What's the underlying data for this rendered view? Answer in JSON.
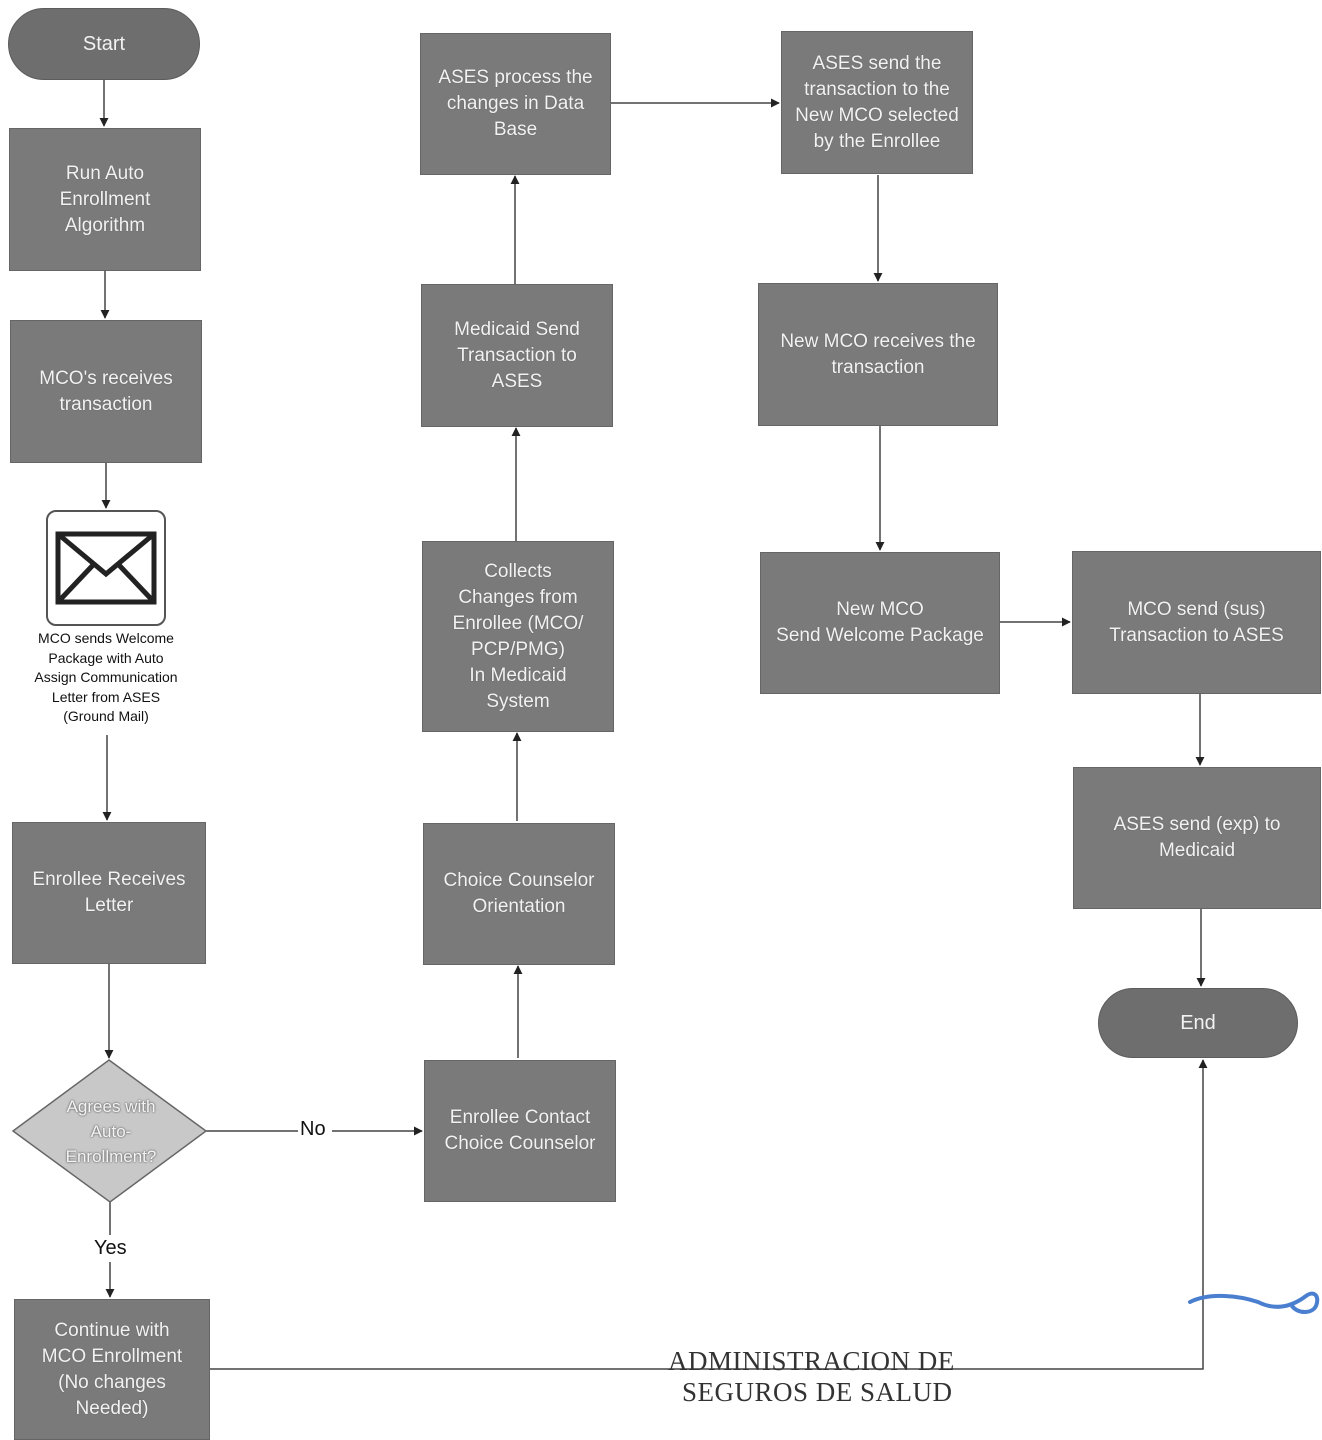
{
  "nodes": {
    "start": "Start",
    "run_auto": "Run Auto\nEnrollment\nAlgorithm",
    "mco_receives": "MCO's receives\ntransaction",
    "mail_caption": "MCO sends Welcome\nPackage with Auto\nAssign Communication\nLetter from ASES\n(Ground Mail)",
    "enrollee_receives": "Enrollee Receives\nLetter",
    "decision": "Agrees with\nAuto-\nEnrollment?",
    "continue_mco": "Continue with\nMCO Enrollment\n(No changes\nNeeded)",
    "enrollee_contact": "Enrollee Contact\nChoice Counselor",
    "choice_orientation": "Choice Counselor\nOrientation",
    "collects_changes": "Collects\nChanges from\nEnrollee (MCO/\nPCP/PMG)\nIn Medicaid\nSystem",
    "medicaid_send": "Medicaid Send\nTransaction to\nASES",
    "ases_process": "ASES process the\nchanges in Data\nBase",
    "ases_send_new": "ASES send the\ntransaction to the\nNew MCO selected\nby the Enrollee",
    "new_mco_receives": "New MCO receives the\ntransaction",
    "new_mco_welcome": "New MCO\nSend Welcome Package",
    "mco_send_sus": "MCO send (sus)\nTransaction to ASES",
    "ases_send_exp": "ASES send (exp) to\nMedicaid",
    "end": "End"
  },
  "edge_labels": {
    "no": "No",
    "yes": "Yes"
  },
  "stamp": {
    "line1": "ADMINISTRACION DE",
    "line2": "SEGUROS DE SALUD"
  },
  "icons": {
    "mail": "envelope-icon"
  }
}
